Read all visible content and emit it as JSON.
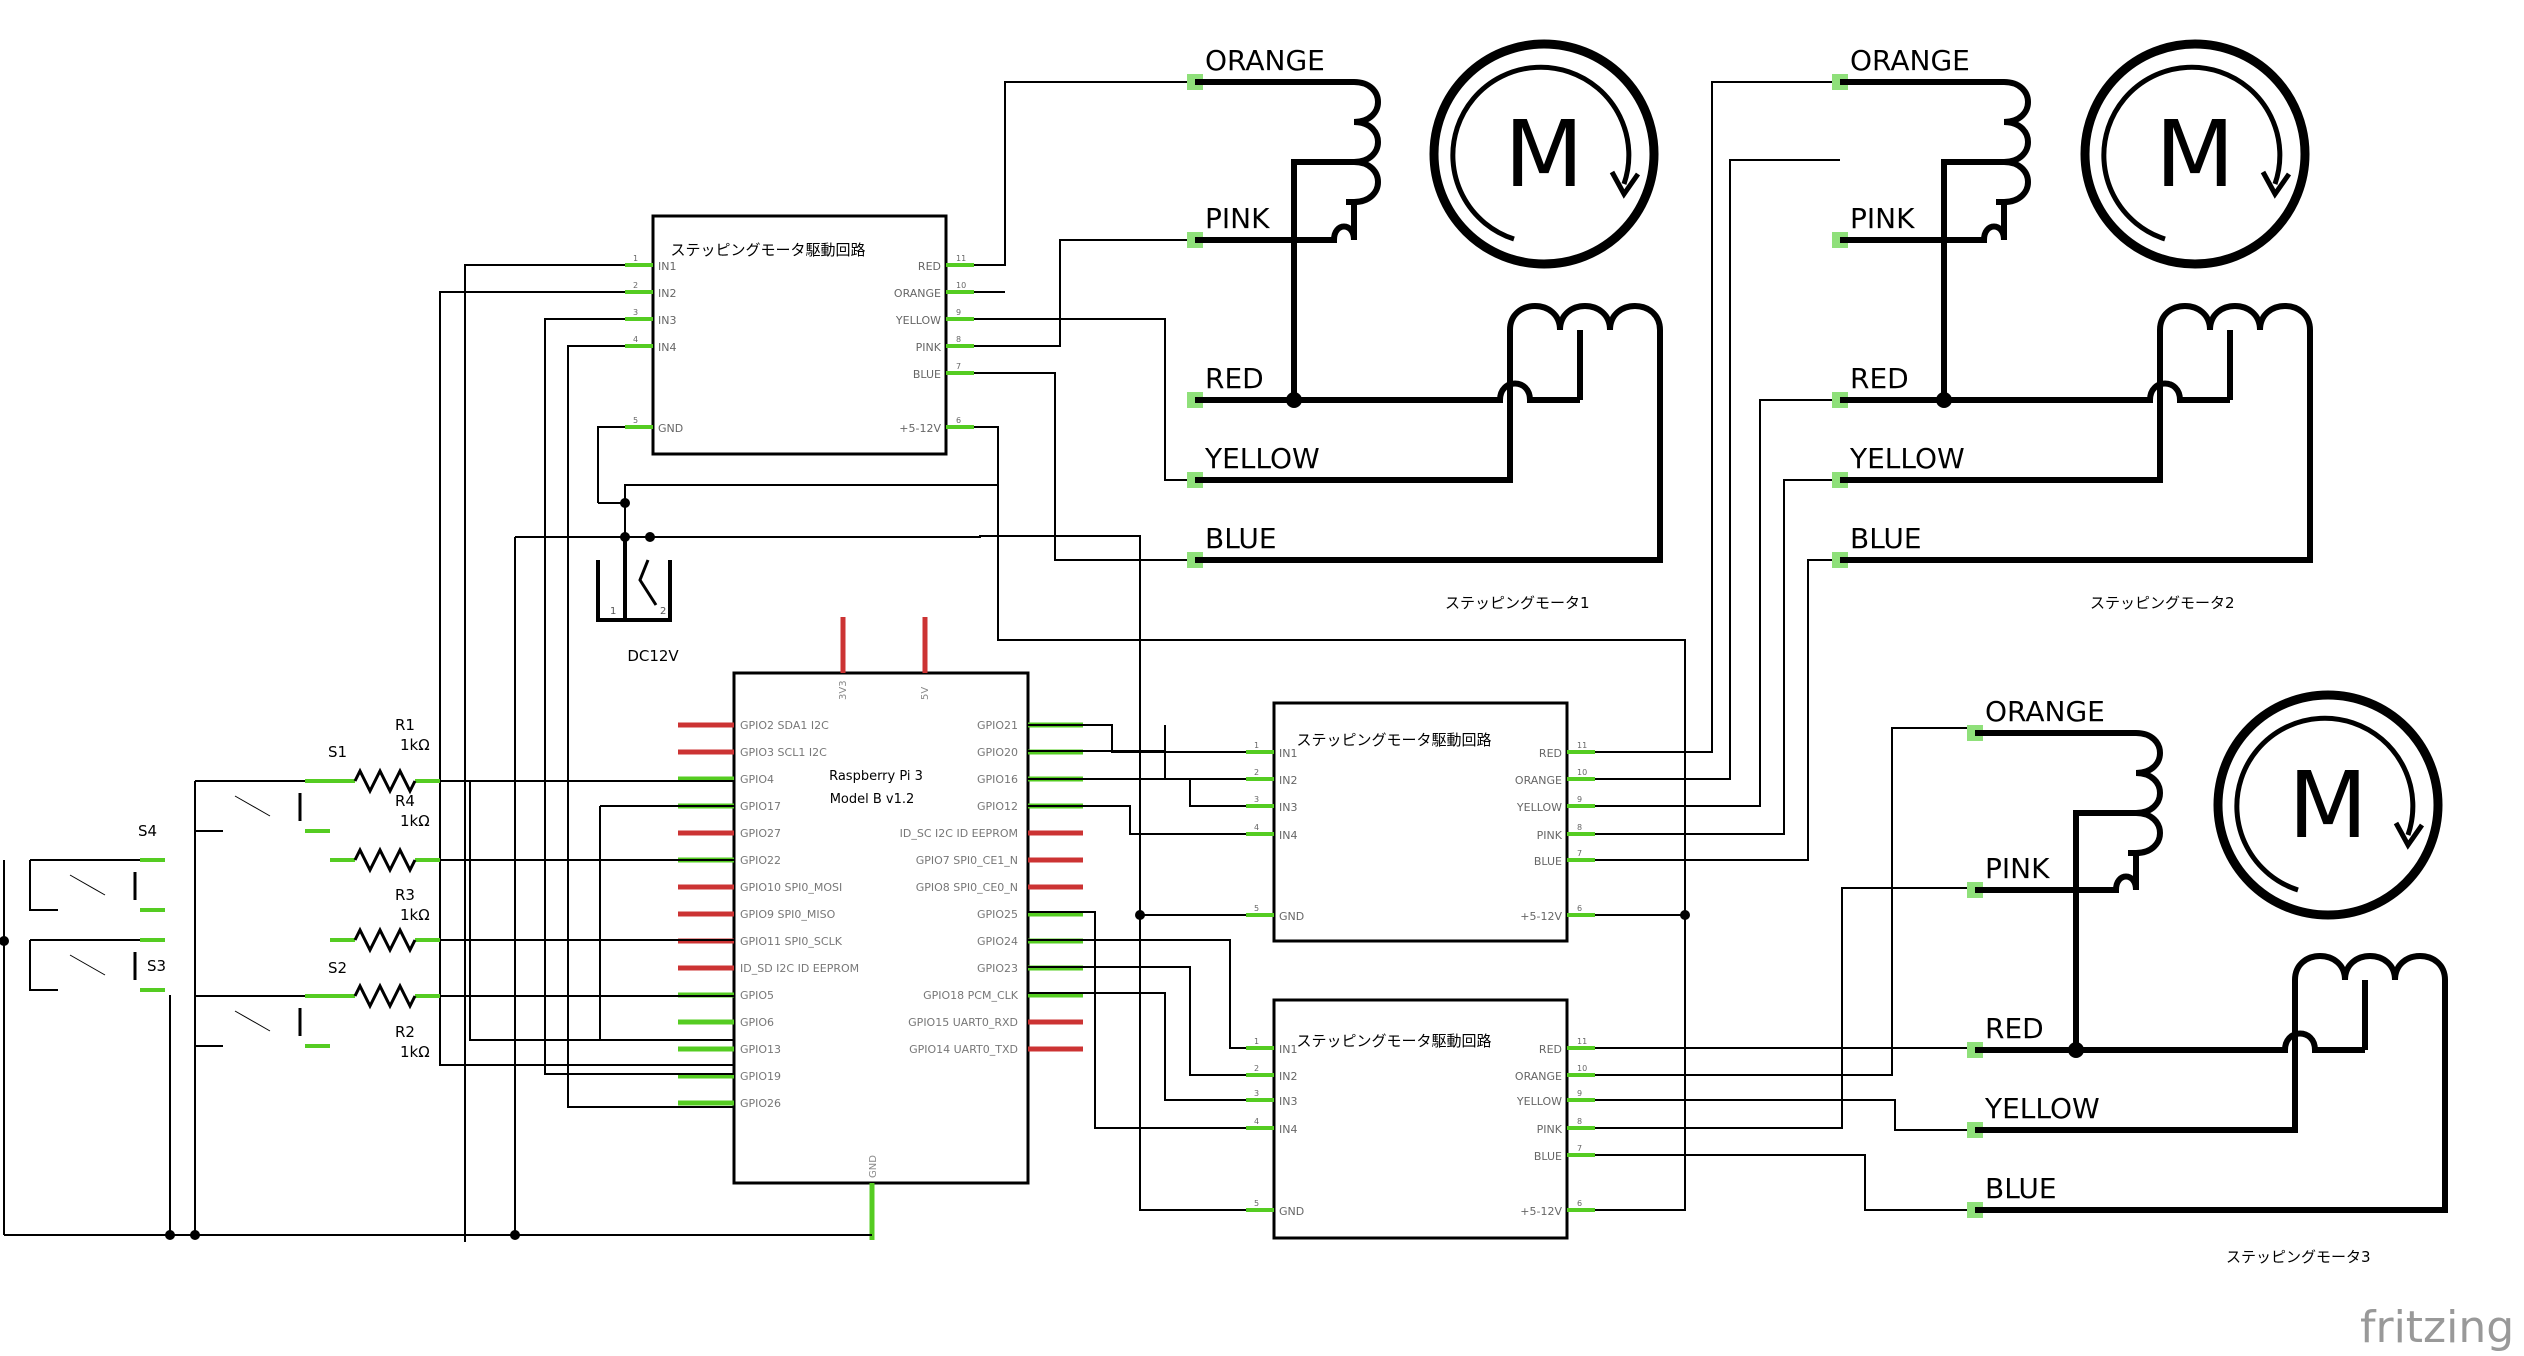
{
  "drivers": [
    {
      "title": "ステッピングモータ駆動回路",
      "left_pins": [
        "IN1",
        "IN2",
        "IN3",
        "IN4",
        "GND"
      ],
      "left_nums": [
        "1",
        "2",
        "3",
        "4",
        "5"
      ],
      "right_pins": [
        "RED",
        "ORANGE",
        "YELLOW",
        "PINK",
        "BLUE",
        "+5-12V"
      ],
      "right_nums": [
        "11",
        "10",
        "9",
        "8",
        "7",
        "6"
      ]
    },
    {
      "title": "ステッピングモータ駆動回路",
      "left_pins": [
        "IN1",
        "IN2",
        "IN3",
        "IN4",
        "GND"
      ],
      "left_nums": [
        "1",
        "2",
        "3",
        "4",
        "5"
      ],
      "right_pins": [
        "RED",
        "ORANGE",
        "YELLOW",
        "PINK",
        "BLUE",
        "+5-12V"
      ],
      "right_nums": [
        "11",
        "10",
        "9",
        "8",
        "7",
        "6"
      ]
    },
    {
      "title": "ステッピングモータ駆動回路",
      "left_pins": [
        "IN1",
        "IN2",
        "IN3",
        "IN4",
        "GND"
      ],
      "left_nums": [
        "1",
        "2",
        "3",
        "4",
        "5"
      ],
      "right_pins": [
        "RED",
        "ORANGE",
        "YELLOW",
        "PINK",
        "BLUE",
        "+5-12V"
      ],
      "right_nums": [
        "11",
        "10",
        "9",
        "8",
        "7",
        "6"
      ]
    }
  ],
  "motors": [
    {
      "caption": "ステッピングモータ1",
      "wires": [
        "ORANGE",
        "PINK",
        "RED",
        "YELLOW",
        "BLUE"
      ],
      "symbol": "M"
    },
    {
      "caption": "ステッピングモータ2",
      "wires": [
        "ORANGE",
        "PINK",
        "RED",
        "YELLOW",
        "BLUE"
      ],
      "symbol": "M"
    },
    {
      "caption": "ステッピングモータ3",
      "wires": [
        "ORANGE",
        "PINK",
        "RED",
        "YELLOW",
        "BLUE"
      ],
      "symbol": "M"
    }
  ],
  "pi": {
    "title_line1": "Raspberry Pi 3",
    "title_line2": "Model B v1.2",
    "top_pins": [
      "3V3",
      "5V"
    ],
    "bottom_pin": "GND",
    "left_pins": [
      "GPIO2 SDA1 I2C",
      "GPIO3 SCL1 I2C",
      "GPIO4",
      "GPIO17",
      "GPIO27",
      "GPIO22",
      "GPIO10 SPI0_MOSI",
      "GPIO9 SPI0_MISO",
      "GPIO11 SPI0_SCLK",
      "ID_SD I2C ID EEPROM",
      "GPIO5",
      "GPIO6",
      "GPIO13",
      "GPIO19",
      "GPIO26"
    ],
    "right_pins": [
      "GPIO21",
      "GPIO20",
      "GPIO16",
      "GPIO12",
      "ID_SC I2C ID EEPROM",
      "GPIO7 SPI0_CE1_N",
      "GPIO8 SPI0_CE0_N",
      "GPIO25",
      "GPIO24",
      "GPIO23",
      "GPIO18 PCM_CLK",
      "GPIO15 UART0_RXD",
      "GPIO14 UART0_TXD"
    ]
  },
  "power": {
    "label": "DC12V",
    "pin1": "1",
    "pin2": "2"
  },
  "resistors": [
    {
      "name": "R1",
      "value": "1kΩ"
    },
    {
      "name": "R4",
      "value": "1kΩ"
    },
    {
      "name": "R3",
      "value": "1kΩ"
    },
    {
      "name": "R2",
      "value": "1kΩ"
    }
  ],
  "switches": [
    "S1",
    "S4",
    "S3",
    "S2"
  ],
  "watermark": "fritzing",
  "colors": {
    "wire": "#000000",
    "pin_green": "#55cc22",
    "pin_red": "#cc3333",
    "terminal": "#8fe07a"
  }
}
